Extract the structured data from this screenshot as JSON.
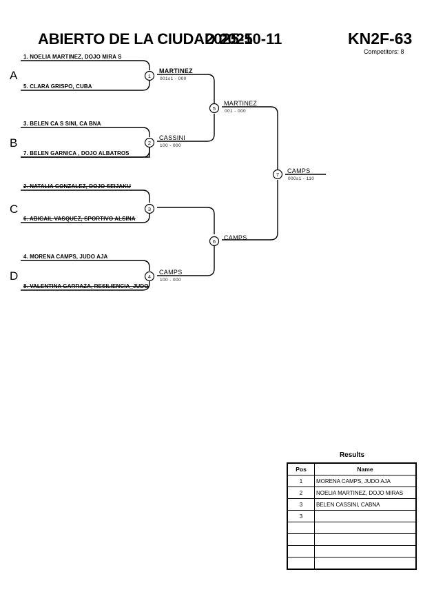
{
  "header": {
    "tournament": "ABIERTO DE LA CIUDAD 2025",
    "date": "2025-10-11",
    "category": "KN2F-63",
    "competitors_label": "Competitors: 8"
  },
  "bracket": {
    "groups": [
      {
        "letter": "A"
      },
      {
        "letter": "B"
      },
      {
        "letter": "C"
      },
      {
        "letter": "D"
      }
    ],
    "seeds": [
      {
        "label": "1. NOELIA MARTINEZ, DOJO MIRA S",
        "struck": false
      },
      {
        "label": "5. CLARA GRISPO, CUBA",
        "struck": false
      },
      {
        "label": "3. BELEN CA S SINI, CA BNA",
        "struck": false
      },
      {
        "label": "7. BELEN GARNICA , DOJO ALBATROS",
        "struck": false
      },
      {
        "label": "2. NATALIA GONZALEZ, DOJO SEIJAKU",
        "struck": true
      },
      {
        "label": "6. ABIGAIL VASQUEZ, SPORTIVO ALSINA",
        "struck": true
      },
      {
        "label": "4. MORENA CAMPS, JUDO AJA",
        "struck": false
      },
      {
        "label": "8. VALENTINA GARRAZA, RESILIENCIA_JUDO",
        "struck": true
      }
    ],
    "matches": [
      {
        "num": "1",
        "winner": "MARTINEZ",
        "score": "001s1 - 000"
      },
      {
        "num": "2",
        "winner": "CASSINI",
        "score": "100 - 000"
      },
      {
        "num": "3",
        "winner": "",
        "score": ""
      },
      {
        "num": "4",
        "winner": "CAMPS",
        "score": "100 - 000"
      },
      {
        "num": "5",
        "winner": "MARTINEZ",
        "score": "001 - 000"
      },
      {
        "num": "6",
        "winner": "CAMPS",
        "score": ""
      },
      {
        "num": "7",
        "winner": "CAMPS",
        "score": "000s1 - 110"
      }
    ]
  },
  "results": {
    "title": "Results",
    "columns": {
      "pos": "Pos",
      "name": "Name"
    },
    "rows": [
      {
        "pos": "1",
        "name": "MORENA CAMPS, JUDO AJA"
      },
      {
        "pos": "2",
        "name": "NOELIA MARTINEZ, DOJO MIRAS"
      },
      {
        "pos": "3",
        "name": "BELEN CASSINI, CABNA"
      },
      {
        "pos": "3",
        "name": ""
      },
      {
        "pos": "",
        "name": ""
      },
      {
        "pos": "",
        "name": ""
      },
      {
        "pos": "",
        "name": ""
      },
      {
        "pos": "",
        "name": ""
      }
    ]
  },
  "colors": {
    "line": "#000000",
    "background": "#ffffff",
    "text": "#000000"
  }
}
